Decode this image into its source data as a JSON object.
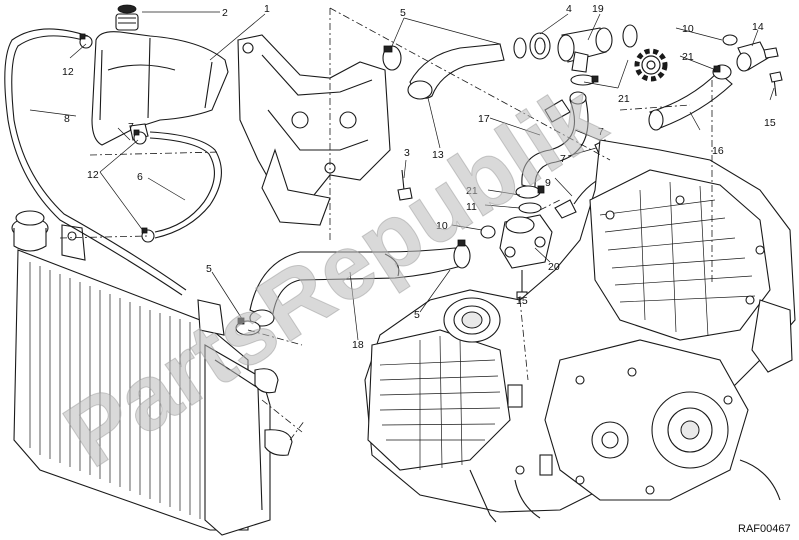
{
  "diagram": {
    "watermark": "PartsRepublik",
    "drawing_code": "RAF00467",
    "callouts": {
      "c1": "1",
      "c2": "2",
      "c3": "3",
      "c4": "4",
      "c5a": "5",
      "c5b": "5",
      "c5c": "5",
      "c6": "6",
      "c7a": "7",
      "c7b": "7",
      "c8": "8",
      "c9": "9",
      "c10a": "10",
      "c10b": "10",
      "c11": "11",
      "c12a": "12",
      "c12b": "12",
      "c13": "13",
      "c14": "14",
      "c15a": "15",
      "c15b": "15",
      "c16": "16",
      "c17": "17",
      "c18": "18",
      "c19": "19",
      "c20": "20",
      "c21a": "21",
      "c21b": "21",
      "c21c": "21"
    }
  }
}
